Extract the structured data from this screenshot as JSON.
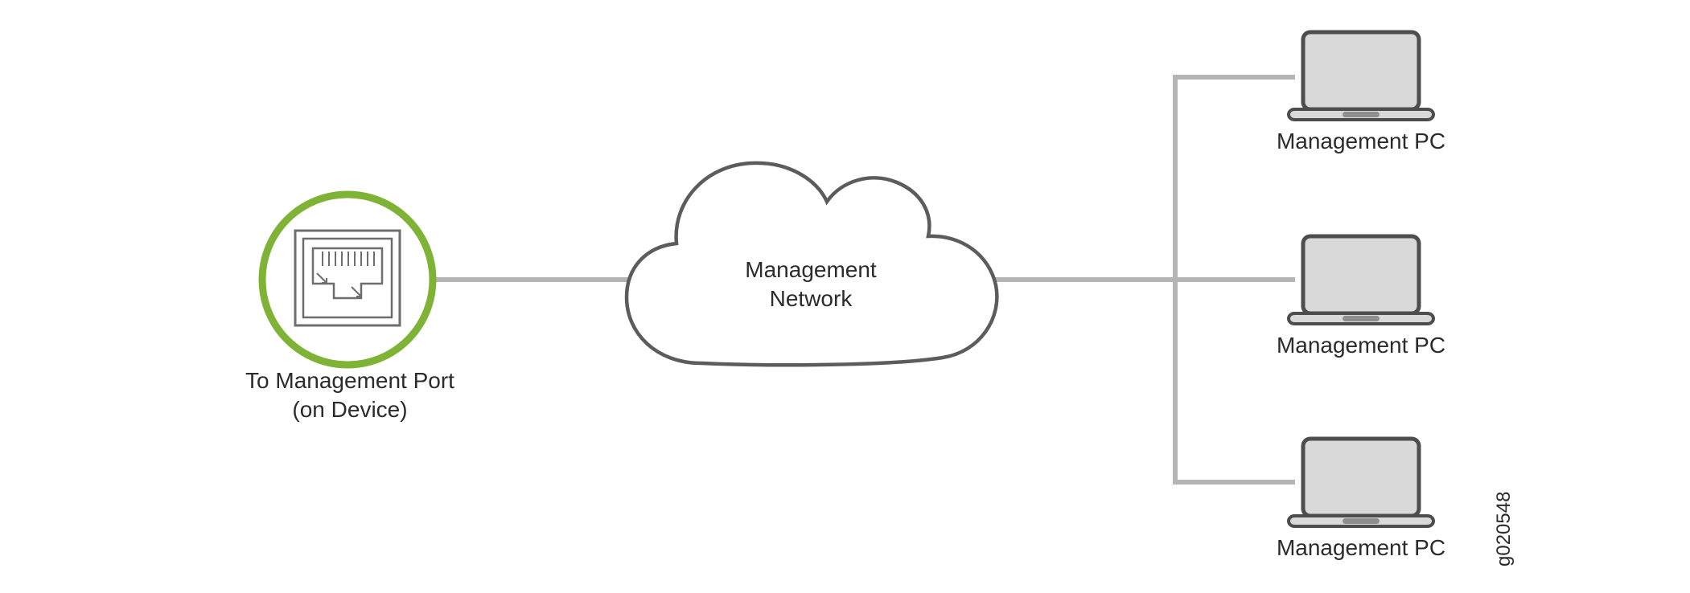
{
  "diagram": {
    "port": {
      "label_line1": "To Management Port",
      "label_line2": "(on Device)"
    },
    "cloud": {
      "label_line1": "Management",
      "label_line2": "Network"
    },
    "pcs": [
      {
        "label": "Management PC"
      },
      {
        "label": "Management PC"
      },
      {
        "label": "Management PC"
      }
    ],
    "figure_id": "g020548",
    "colors": {
      "accent_green": "#7fb335",
      "connector_gray": "#b5b5b5",
      "cloud_outline": "#5c5c5c",
      "device_outline": "#4d4d4d",
      "device_fill": "#d9d9d9",
      "device_notch": "#8f8f8f",
      "port_outline": "#6e6e6e",
      "text": "#2b2b2b"
    }
  }
}
